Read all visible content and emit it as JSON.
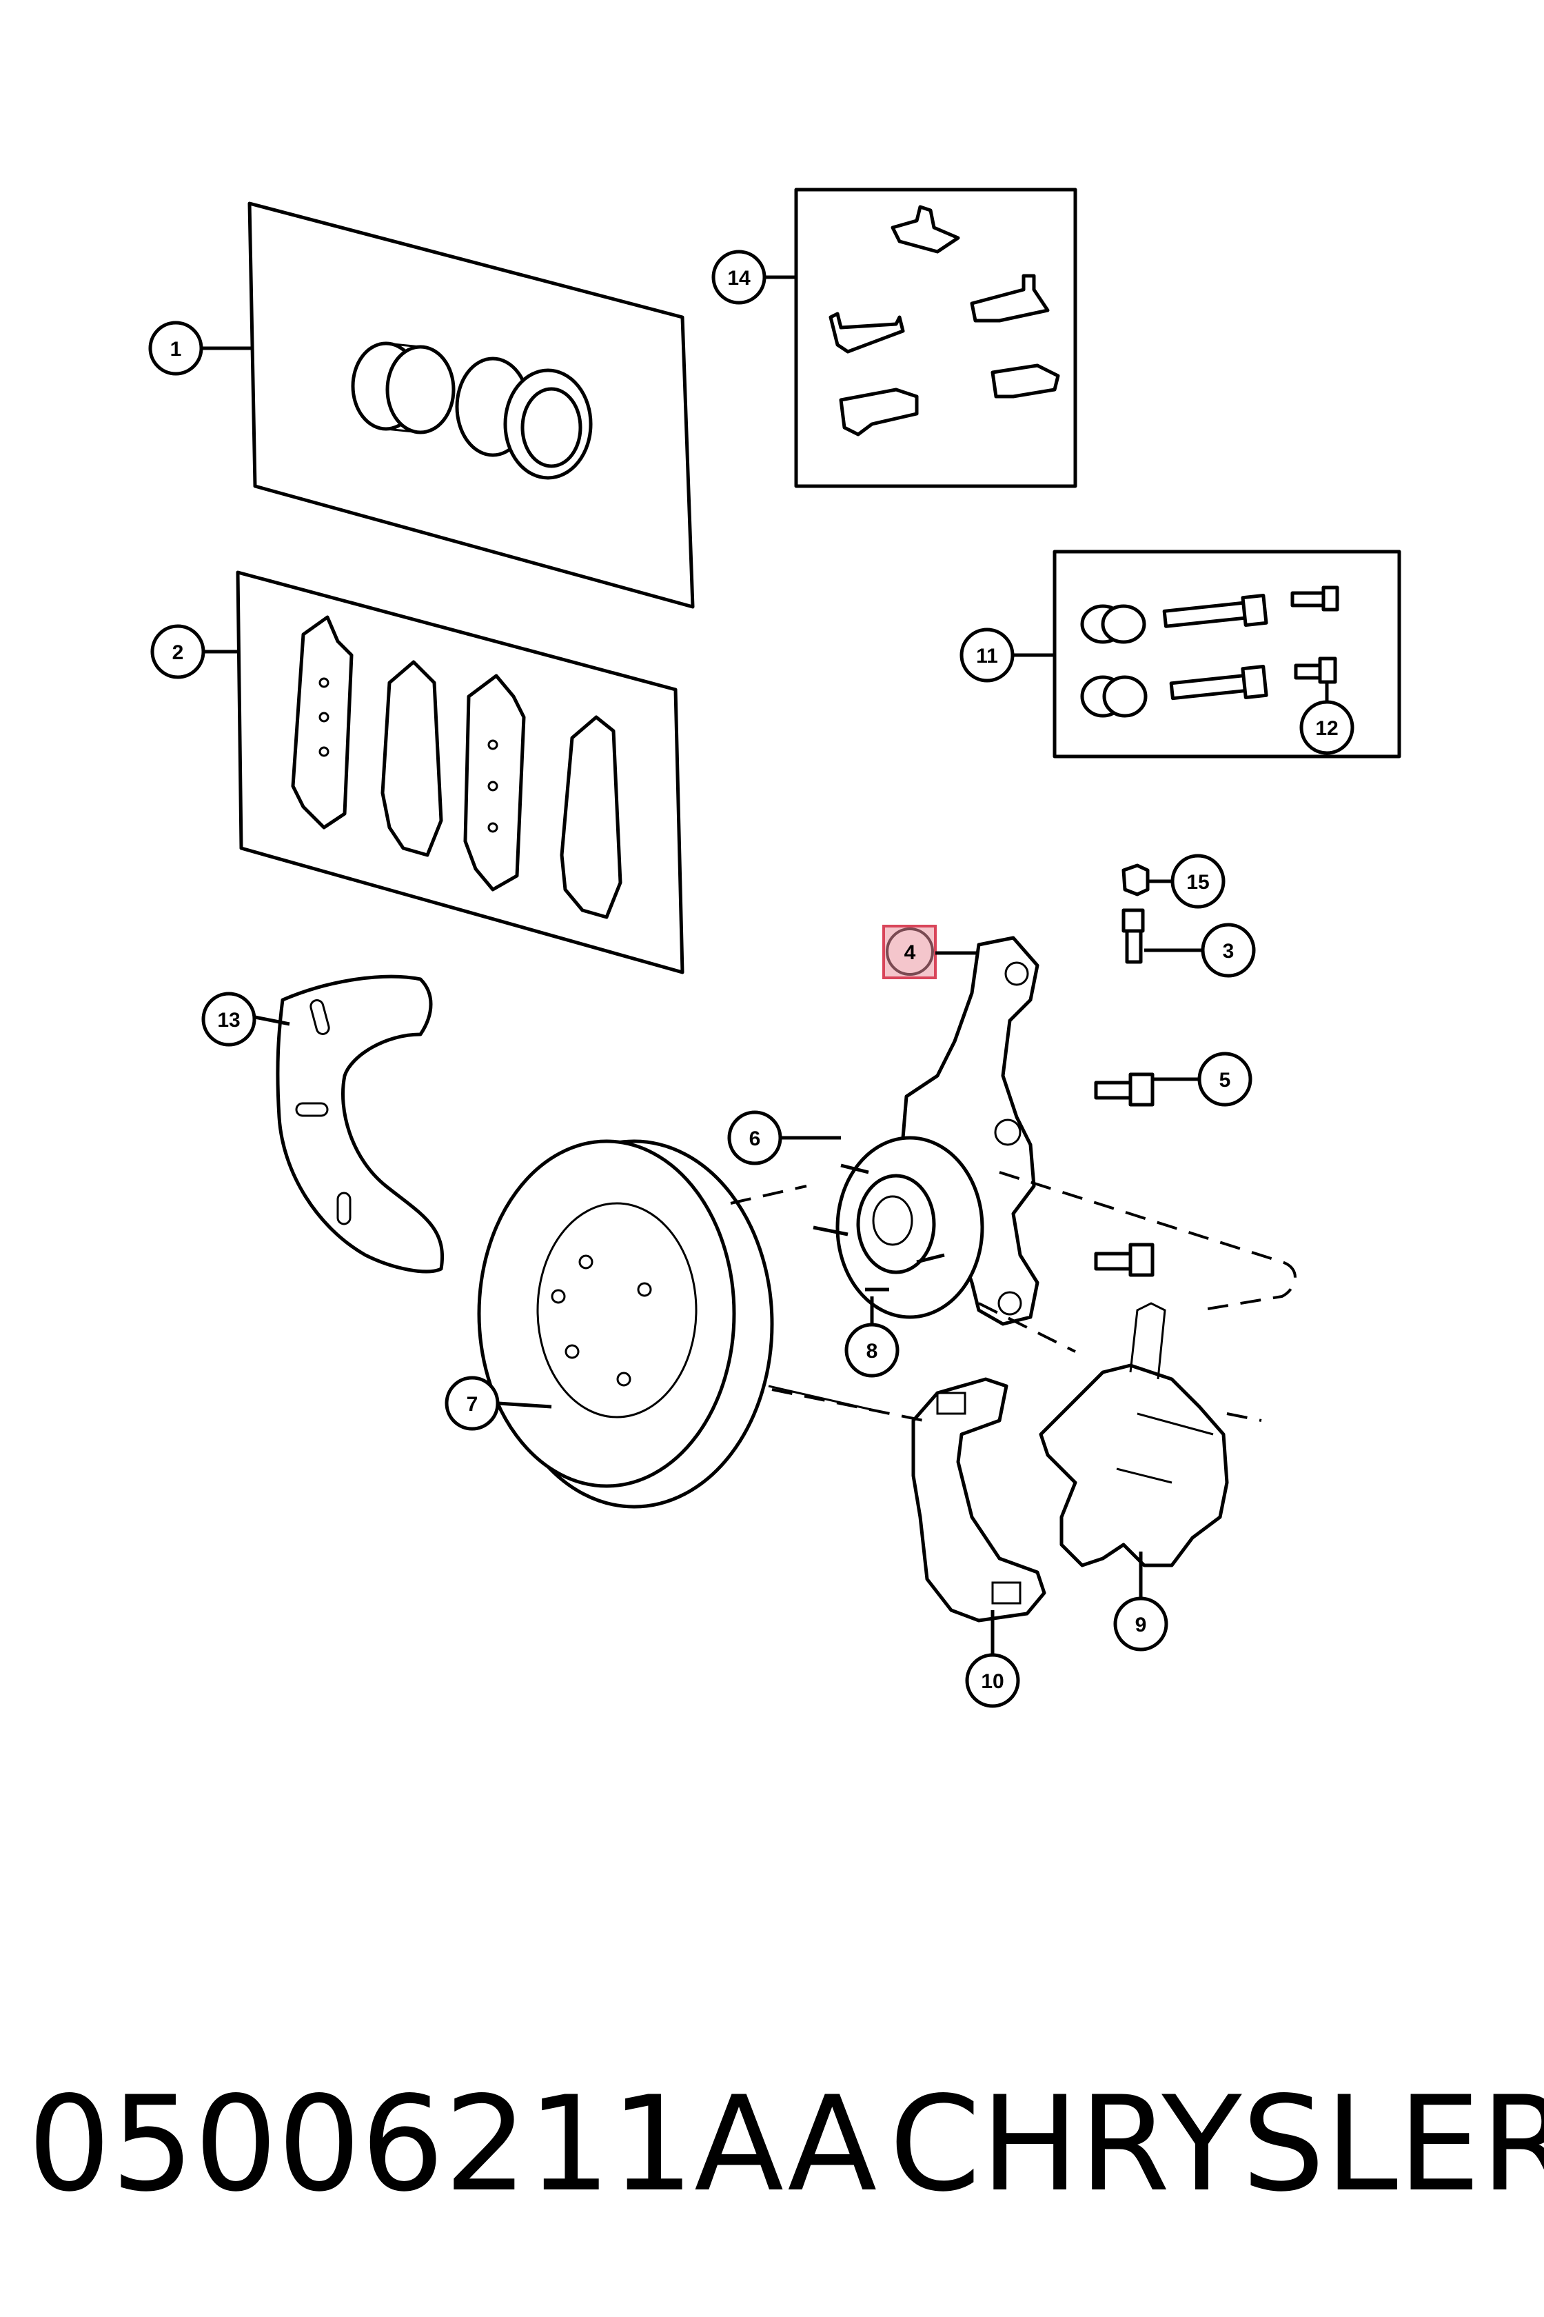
{
  "callouts": {
    "c1": "1",
    "c2": "2",
    "c3": "3",
    "c4": "4",
    "c5": "5",
    "c6": "6",
    "c7": "7",
    "c8": "8",
    "c9": "9",
    "c10": "10",
    "c11": "11",
    "c12": "12",
    "c13": "13",
    "c14": "14",
    "c15": "15"
  },
  "highlight": {
    "callout": "4",
    "color": "#f4c6cc",
    "border": "#d9455a"
  },
  "footer": {
    "part_number": "05006211AA",
    "brand": "CHRYSLER"
  }
}
